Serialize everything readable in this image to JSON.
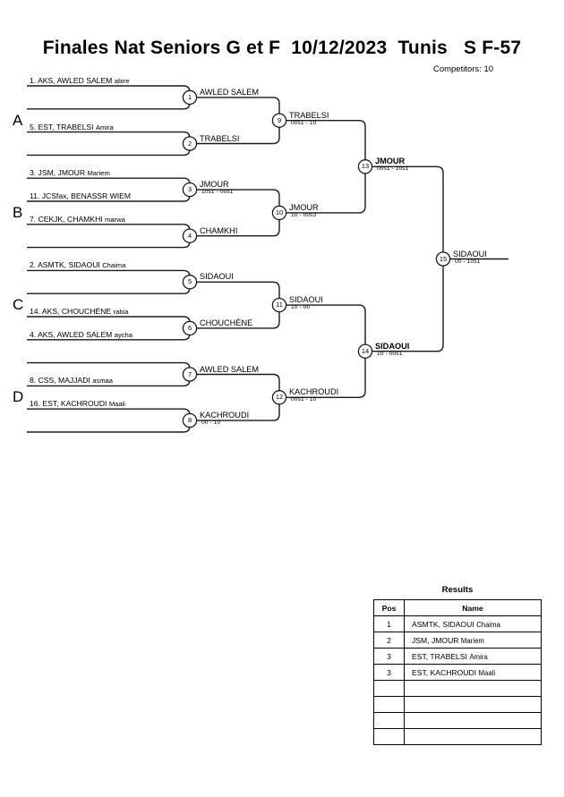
{
  "header": {
    "title": "Finales Nat Seniors G et F  10/12/2023  Tunis   S F-57",
    "competitors": "Competitors: 10"
  },
  "groups": [
    {
      "label": "A"
    },
    {
      "label": "B"
    },
    {
      "label": "C"
    },
    {
      "label": "D"
    }
  ],
  "entries": [
    {
      "line": 1,
      "text": "1. AKS, AWLED SALEM abire",
      "club": "1. AKS, AWLED SALEM ",
      "given": "abire"
    },
    {
      "line": 2,
      "text": "",
      "club": "",
      "given": ""
    },
    {
      "line": 3,
      "text": "5. EST, TRABELSI Amira",
      "club": "5. EST, TRABELSI ",
      "given": "Amira"
    },
    {
      "line": 4,
      "text": "",
      "club": "",
      "given": ""
    },
    {
      "line": 5,
      "text": "3. JSM, JMOUR Mariem",
      "club": "3. JSM, JMOUR ",
      "given": "Mariem"
    },
    {
      "line": 6,
      "text": "11. JCSfax, BENASSR WIEM",
      "club": "11. JCSfax, BENASSR WIEM",
      "given": ""
    },
    {
      "line": 7,
      "text": "7. CEKJK, CHAMKHI marwa",
      "club": "7. CEKJK, CHAMKHI ",
      "given": "marwa"
    },
    {
      "line": 8,
      "text": "",
      "club": "",
      "given": ""
    },
    {
      "line": 9,
      "text": "2. ASMTK, SIDAOUI Chaima",
      "club": "2. ASMTK, SIDAOUI ",
      "given": "Chaima"
    },
    {
      "line": 10,
      "text": "",
      "club": "",
      "given": ""
    },
    {
      "line": 11,
      "text": "14. AKS, CHOUCHÈNE rabia",
      "club": "14. AKS, CHOUCHÈNE ",
      "given": "rabia"
    },
    {
      "line": 12,
      "text": "4. AKS, AWLED SALEM aycha",
      "club": "4. AKS, AWLED SALEM ",
      "given": "aycha"
    },
    {
      "line": 13,
      "text": "",
      "club": "",
      "given": ""
    },
    {
      "line": 14,
      "text": "8. CSS, MAJJADI asmaa",
      "club": "8. CSS, MAJJADI ",
      "given": "asmaa"
    },
    {
      "line": 15,
      "text": "16. EST, KACHROUDI Maali",
      "club": "16. EST, KACHROUDI ",
      "given": "Maali"
    },
    {
      "line": 16,
      "text": "",
      "club": "",
      "given": ""
    }
  ],
  "matches": [
    {
      "num": "1",
      "winner": "AWLED SALEM",
      "score": "",
      "bold": false
    },
    {
      "num": "2",
      "winner": "TRABELSI",
      "score": "",
      "bold": false
    },
    {
      "num": "3",
      "winner": "JMOUR",
      "score": "10s1 - 00s1",
      "bold": false
    },
    {
      "num": "4",
      "winner": "CHAMKHI",
      "score": "",
      "bold": false
    },
    {
      "num": "5",
      "winner": "SIDAOUI",
      "score": "",
      "bold": false
    },
    {
      "num": "6",
      "winner": "CHOUCHÈNE",
      "score": "",
      "bold": false
    },
    {
      "num": "7",
      "winner": "AWLED SALEM",
      "score": "",
      "bold": false
    },
    {
      "num": "8",
      "winner": "KACHROUDI",
      "score": "00 - 10",
      "bold": false
    },
    {
      "num": "9",
      "winner": "TRABELSI",
      "score": "00s1 - 10",
      "bold": false
    },
    {
      "num": "10",
      "winner": "JMOUR",
      "score": "10 - 00s3",
      "bold": false
    },
    {
      "num": "11",
      "winner": "SIDAOUI",
      "score": "10 - 00",
      "bold": false
    },
    {
      "num": "12",
      "winner": "KACHROUDI",
      "score": "00s1 - 10",
      "bold": false
    },
    {
      "num": "13",
      "winner": "JMOUR",
      "score": "00s1 - 10s1",
      "bold": true
    },
    {
      "num": "14",
      "winner": "SIDAOUI",
      "score": "10 - 00s1",
      "bold": true
    },
    {
      "num": "15",
      "winner": "SIDAOUI",
      "score": "00 - 10s1",
      "bold": false
    }
  ],
  "results": {
    "title": "Results",
    "columns": [
      "Pos",
      "Name"
    ],
    "rows": [
      {
        "pos": "1",
        "name": "ASMTK, SIDAOUI Chaima",
        "club": "ASMTK, SIDAOUI ",
        "given": "Chaima"
      },
      {
        "pos": "2",
        "name": "JSM, JMOUR Mariem",
        "club": "JSM, JMOUR ",
        "given": "Mariem"
      },
      {
        "pos": "3",
        "name": "EST, TRABELSI Amira",
        "club": "EST, TRABELSI ",
        "given": "Amira"
      },
      {
        "pos": "3",
        "name": "EST, KACHROUDI Maali",
        "club": "EST, KACHROUDI ",
        "given": "Maali"
      },
      {
        "pos": "",
        "name": "",
        "club": "",
        "given": ""
      },
      {
        "pos": "",
        "name": "",
        "club": "",
        "given": ""
      },
      {
        "pos": "",
        "name": "",
        "club": "",
        "given": ""
      },
      {
        "pos": "",
        "name": "",
        "club": "",
        "given": ""
      }
    ]
  },
  "colors": {
    "line": "#1a1a1a",
    "text": "#000000",
    "background": "#ffffff"
  }
}
